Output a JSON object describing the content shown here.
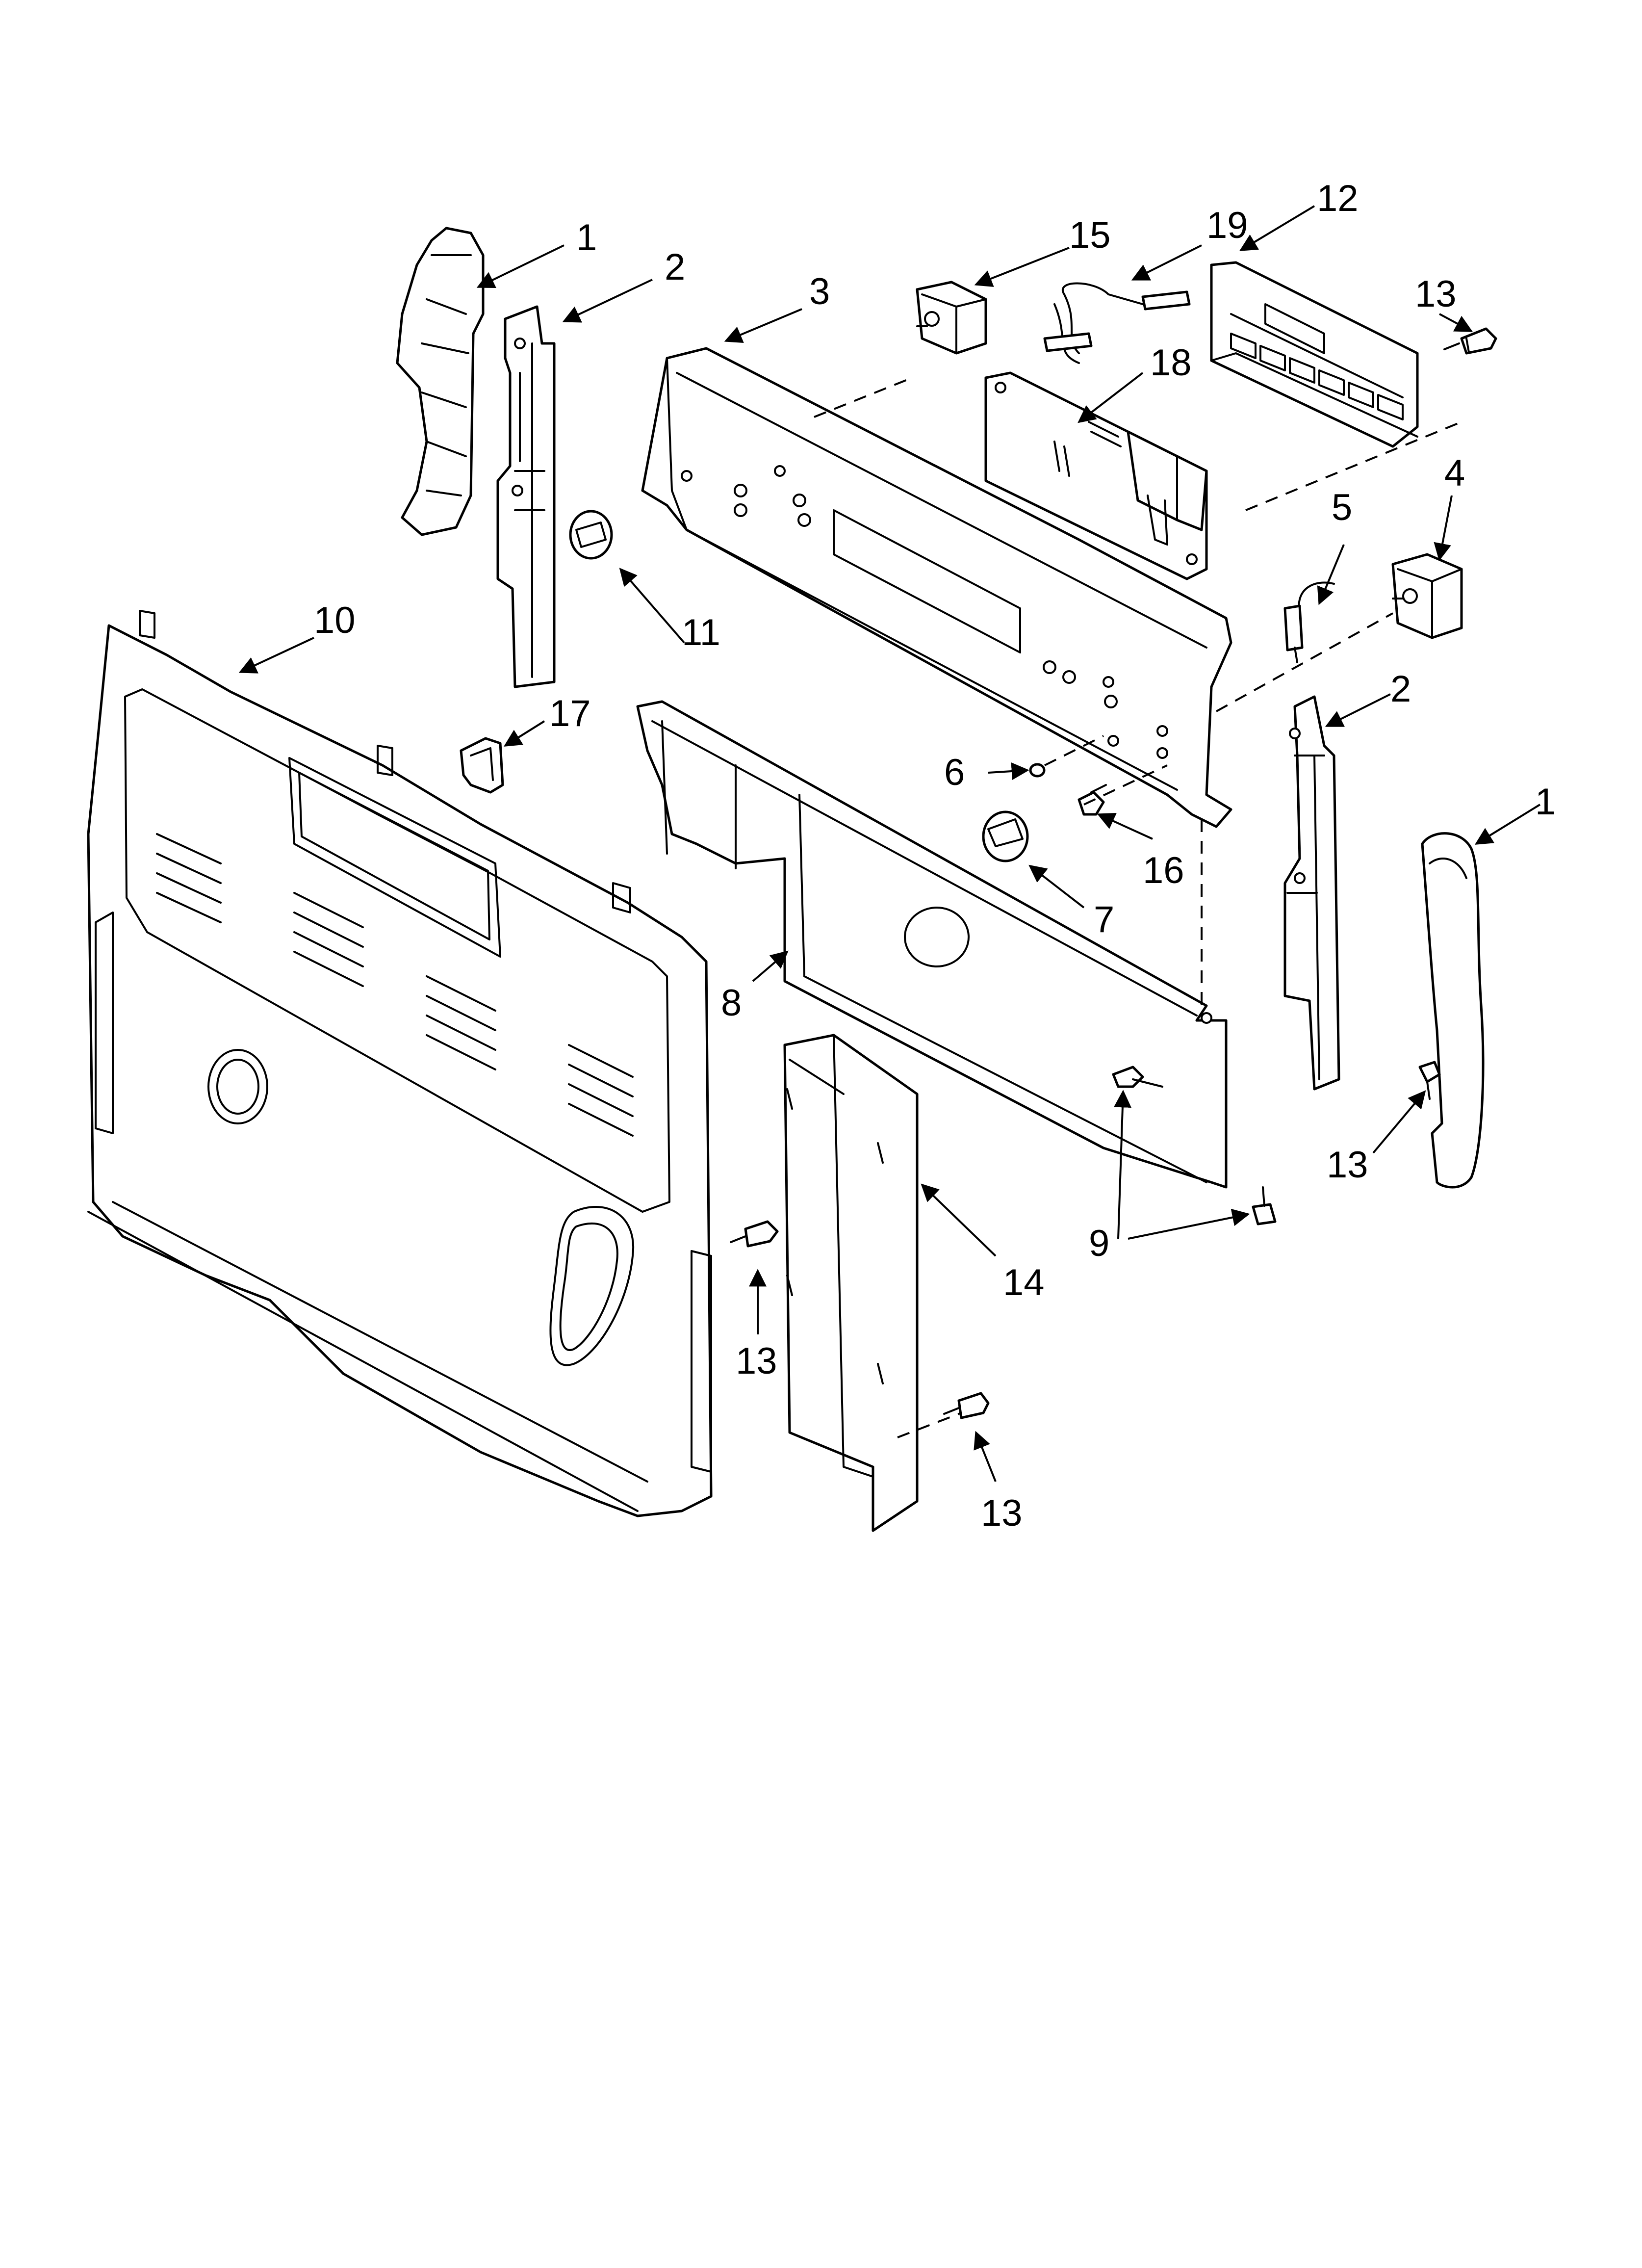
{
  "colors": {
    "line": "#000000",
    "background": "#ffffff"
  },
  "callouts": [
    {
      "id": "c1a",
      "text": "1"
    },
    {
      "id": "c2a",
      "text": "2"
    },
    {
      "id": "c3",
      "text": "3"
    },
    {
      "id": "c15",
      "text": "15"
    },
    {
      "id": "c19",
      "text": "19"
    },
    {
      "id": "c12",
      "text": "12"
    },
    {
      "id": "c13a",
      "text": "13"
    },
    {
      "id": "c18",
      "text": "18"
    },
    {
      "id": "c5",
      "text": "5"
    },
    {
      "id": "c4",
      "text": "4"
    },
    {
      "id": "c11",
      "text": "11"
    },
    {
      "id": "c10",
      "text": "10"
    },
    {
      "id": "c17",
      "text": "17"
    },
    {
      "id": "c2b",
      "text": "2"
    },
    {
      "id": "c1b",
      "text": "1"
    },
    {
      "id": "c6",
      "text": "6"
    },
    {
      "id": "c16",
      "text": "16"
    },
    {
      "id": "c7",
      "text": "7"
    },
    {
      "id": "c8",
      "text": "8"
    },
    {
      "id": "c13b",
      "text": "13"
    },
    {
      "id": "c9",
      "text": "9"
    },
    {
      "id": "c14",
      "text": "14"
    },
    {
      "id": "c13c",
      "text": "13"
    },
    {
      "id": "c13d",
      "text": "13"
    }
  ]
}
